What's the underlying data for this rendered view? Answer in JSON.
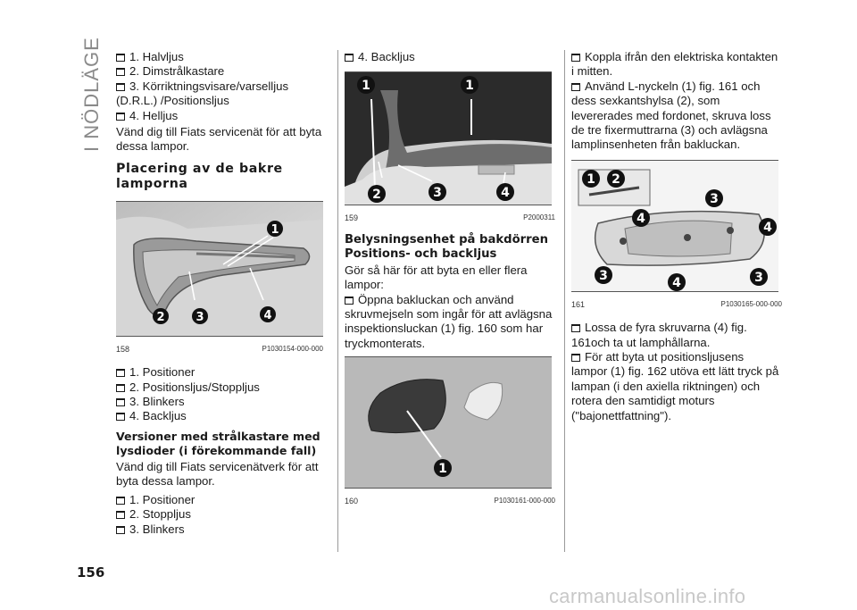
{
  "side_tab": "I NÖDLÄGE",
  "page_number": "156",
  "watermark": "carmanualsonline.info",
  "col1": {
    "list1": [
      "1. Halvljus",
      "2. Dimstrålkastare",
      "3. Körriktningsvisare/varselljus (D.R.L.) /Positionsljus",
      "4. Helljus"
    ],
    "para1": "Vänd dig till Fiats servicenät för att byta dessa lampor.",
    "heading": "Placering av de bakre lamporna",
    "fig158": {
      "num": "158",
      "code": "P1030154-000-000",
      "labels": [
        "1",
        "2",
        "3",
        "4"
      ]
    },
    "list2": [
      "1. Positioner",
      "2. Positionsljus/Stoppljus",
      "3. Blinkers",
      "4. Backljus"
    ],
    "heading2": "Versioner med strålkastare med lysdioder (i förekommande fall)",
    "para2": "Vänd dig till Fiats servicenätverk för att byta dessa lampor.",
    "list3": [
      "1. Positioner",
      "2. Stoppljus",
      "3. Blinkers"
    ]
  },
  "col2": {
    "item1": "4. Backljus",
    "fig159": {
      "num": "159",
      "code": "P2000311",
      "labels": [
        "1",
        "1",
        "2",
        "3",
        "4"
      ]
    },
    "heading": "Belysningsenhet på bakdörren Positions- och backljus",
    "para1": "Gör så här för att byta en eller flera lampor:",
    "step1": "Öppna bakluckan och använd skruvmejseln som ingår för att avlägsna inspektionsluckan (1) fig. 160 som har tryckmonterats.",
    "fig160": {
      "num": "160",
      "code": "P1030161-000-000",
      "labels": [
        "1"
      ]
    }
  },
  "col3": {
    "step1": "Koppla ifrån den elektriska kontakten i mitten.",
    "step2": "Använd L-nyckeln (1) fig. 161 och dess sexkantshylsa (2), som levererades med fordonet, skruva loss de tre fixermuttrarna (3) och avlägsna lamplinsenheten från bakluckan.",
    "fig161": {
      "num": "161",
      "code": "P1030165-000-000",
      "labels": [
        "1",
        "2",
        "3",
        "4",
        "4",
        "3",
        "4",
        "3"
      ]
    },
    "step3": "Lossa de fyra skruvarna (4) fig. 161och ta ut lamphållarna.",
    "step4": "För att byta ut positionsljusens lampor (1) fig. 162 utöva ett lätt tryck på lampan (i den axiella riktningen) och rotera den samtidigt moturs (\"bajonettfattning\")."
  }
}
